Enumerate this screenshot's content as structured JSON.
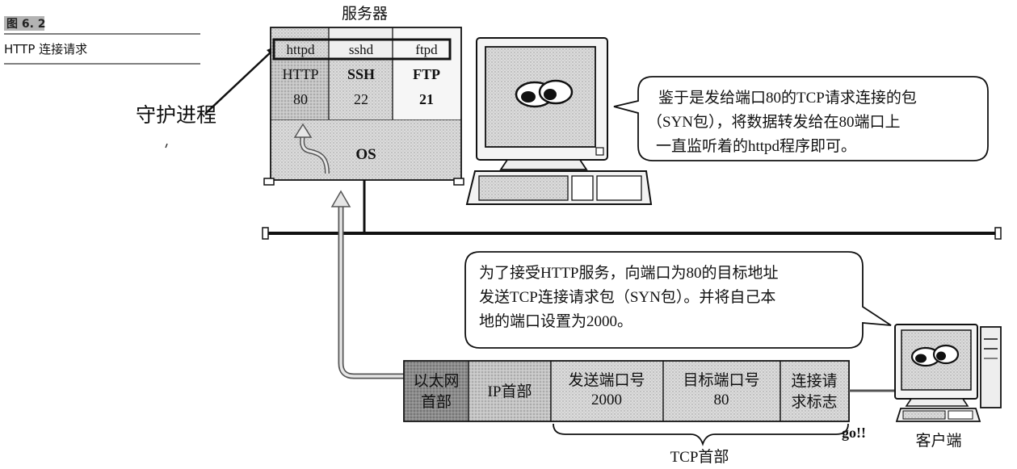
{
  "figure": {
    "number": "图 6. 2",
    "caption": "HTTP 连接请求"
  },
  "daemon_label": "守护进程",
  "server": {
    "title": "服务器",
    "daemons": [
      {
        "process": "httpd",
        "protocol": "HTTP",
        "port": "80"
      },
      {
        "process": "sshd",
        "protocol": "SSH",
        "port": "22"
      },
      {
        "process": "ftpd",
        "protocol": "FTP",
        "port": "21"
      }
    ],
    "os_label": "OS"
  },
  "server_bubble": {
    "lines": [
      "鉴于是发给端口80的TCP请求连接的包",
      "（SYN包），将数据转发给在80端口上",
      "一直监听着的httpd程序即可。"
    ]
  },
  "client_bubble": {
    "lines": [
      "为了接受HTTP服务，向端口为80的目标地址",
      "发送TCP连接请求包（SYN包）。并将自己本",
      "地的端口设置为2000。"
    ]
  },
  "packet": {
    "fields": [
      {
        "lines": [
          "以太网",
          "首部"
        ]
      },
      {
        "lines": [
          "IP首部"
        ]
      },
      {
        "lines": [
          "发送端口号",
          "2000"
        ]
      },
      {
        "lines": [
          "目标端口号",
          "80"
        ]
      },
      {
        "lines": [
          "连接请",
          "求标志"
        ]
      }
    ],
    "tcp_header_label": "TCP首部",
    "go_label": "go!!"
  },
  "client_label": "客户端",
  "colors": {
    "line": "#111111",
    "dark_fill": "#8a8a8a",
    "mid_fill": "#c4c4c4",
    "light_fill": "#e6e6e6",
    "os_fill": "#ebebeb",
    "label_bar": "#b5b5b5"
  }
}
